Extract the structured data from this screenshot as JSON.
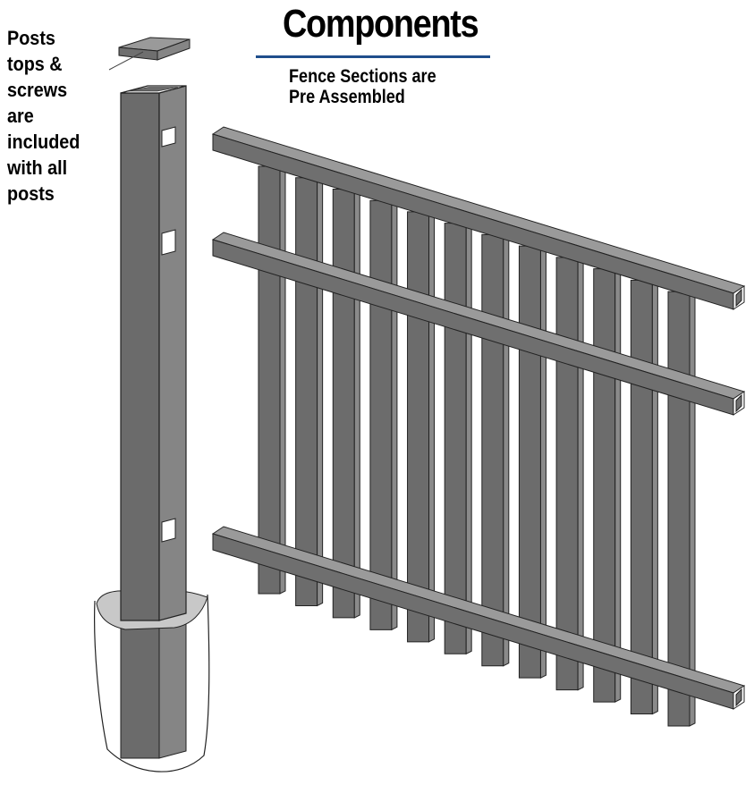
{
  "diagram": {
    "title": "Components",
    "subtitle_lines": [
      "Fence Sections are",
      "Pre Assembled"
    ],
    "post_note_lines": [
      "Posts",
      "tops &",
      "screws",
      "are",
      "included",
      "with all",
      "posts"
    ]
  },
  "colors": {
    "rail_top": "#9a9a9a",
    "rail_front": "#6f6f6f",
    "picket_front": "#6c6c6c",
    "picket_side": "#8a8a8a",
    "post_front": "#6b6b6b",
    "post_side": "#858585",
    "concrete": "#c8c8c8",
    "title_rule": "#1f4e8c"
  }
}
